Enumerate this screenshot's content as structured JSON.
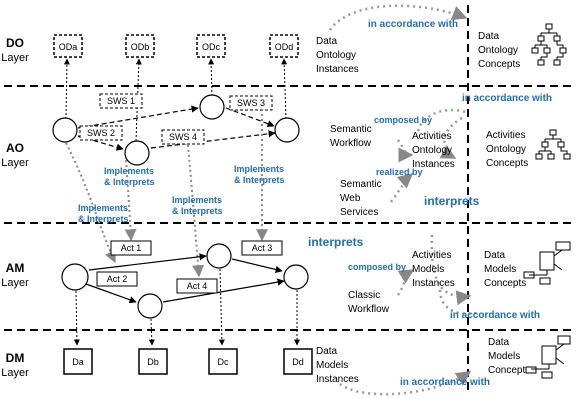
{
  "layers": {
    "do": {
      "name": "DO",
      "label": "Layer"
    },
    "ao": {
      "name": "AO",
      "label": "Layer"
    },
    "am": {
      "name": "AM",
      "label": "Layer"
    },
    "dm": {
      "name": "DM",
      "label": "Layer"
    }
  },
  "do_nodes": [
    "ODa",
    "ODb",
    "ODc",
    "ODd"
  ],
  "sws_nodes": [
    "SWS 1",
    "SWS 2",
    "SWS 3",
    "SWS 4"
  ],
  "act_nodes": [
    "Act 1",
    "Act 2",
    "Act 3",
    "Act 4"
  ],
  "dm_nodes": [
    "Da",
    "Db",
    "Dc",
    "Dd"
  ],
  "links": {
    "implements1": [
      "Implements",
      "& Interprets"
    ],
    "implements2": [
      "Implements",
      "& Interprets"
    ],
    "implements3": [
      "Implements",
      "& Interprets"
    ],
    "implements4": [
      "Implements",
      "& Interprets"
    ],
    "interprets_main": "interprets",
    "interprets_right": "interprets",
    "composed_by_1": "composed by",
    "composed_by_2": "composed by",
    "realized_by": "realized by",
    "accordance_1": "in accordance with",
    "accordance_2": "in accordance with",
    "accordance_3": "in accordance with",
    "accordance_4": "in accordance with"
  },
  "labels": {
    "data_ontology_instances": [
      "Data",
      "Ontology",
      "Instances"
    ],
    "data_ontology_concepts": [
      "Data",
      "Ontology",
      "Concepts"
    ],
    "semantic_workflow": [
      "Semantic",
      "Workflow"
    ],
    "activities_ontology_instances": [
      "Activities",
      "Ontology",
      "Instances"
    ],
    "activities_ontology_concepts": [
      "Activities",
      "Ontology",
      "Concepts"
    ],
    "semantic_web_services": [
      "Semantic",
      "Web",
      "Services"
    ],
    "activities_models_instances": [
      "Activities",
      "Models",
      "Instances"
    ],
    "data_models_concepts_am": [
      "Data",
      "Models",
      "Concepts"
    ],
    "classic_workflow": [
      "Classic",
      "Workflow"
    ],
    "data_models_instances": [
      "Data",
      "Models",
      "Instances"
    ],
    "data_models_concepts_dm": [
      "Data",
      "Models",
      "Concepts"
    ]
  },
  "colors": {
    "accent": "#1f6fb5",
    "dotted": "#999999"
  }
}
